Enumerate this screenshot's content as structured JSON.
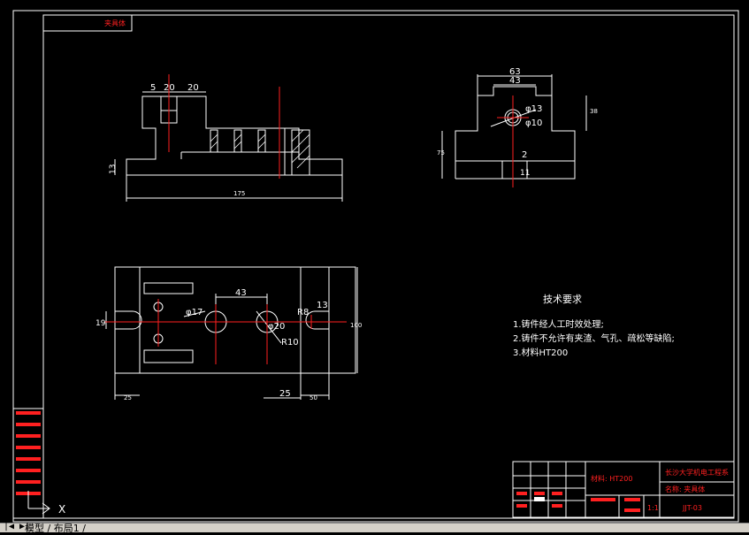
{
  "titlebox_label": "夹具体",
  "top_view": {
    "dims": [
      "5",
      "20",
      "20",
      "13",
      "175"
    ]
  },
  "side_view": {
    "dims": [
      "63",
      "43",
      "φ13",
      "φ10",
      "38",
      "75",
      "2",
      "11"
    ]
  },
  "bottom_view": {
    "dims": [
      "43",
      "13",
      "φ17",
      "φ20",
      "R10",
      "R8",
      "19",
      "100",
      "25",
      "25",
      "50"
    ]
  },
  "tech_requirements": {
    "heading": "技术要求",
    "items": [
      "1.铸件经人工时效处理;",
      "2.铸件不允许有夹渣、气孔、疏松等缺陷;",
      "3.材料HT200"
    ]
  },
  "title_block": {
    "material": "材料: HT200",
    "school": "长沙大学机电工程系",
    "part_name": "名称: 夹具体",
    "drawing_no": "JJT-03",
    "scale": "1:1"
  },
  "ucs": {
    "x_label": "X"
  },
  "tabs": {
    "model": "模型",
    "layout1": "布局1"
  },
  "colors": {
    "background": "#000000",
    "lines": "#ffffff",
    "center": "#ff2020",
    "text_red": "#ff2020"
  }
}
